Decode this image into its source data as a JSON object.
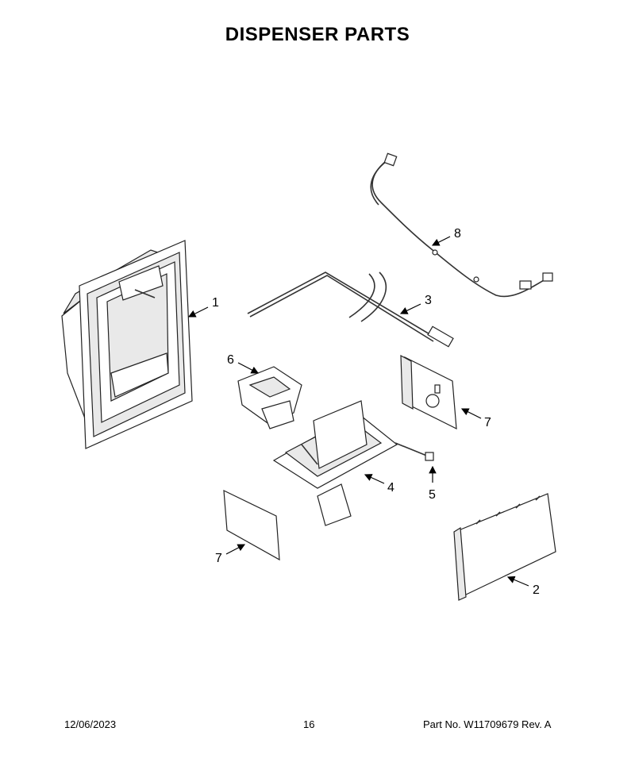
{
  "header": {
    "title": "DISPENSER PARTS"
  },
  "callouts": {
    "c1": "1",
    "c2": "2",
    "c3": "3",
    "c4": "4",
    "c5": "5",
    "c6": "6",
    "c7a": "7",
    "c7b": "7",
    "c8": "8"
  },
  "footer": {
    "date": "12/06/2023",
    "page": "16",
    "part_no": "Part No.  W11709679  Rev.  A"
  }
}
